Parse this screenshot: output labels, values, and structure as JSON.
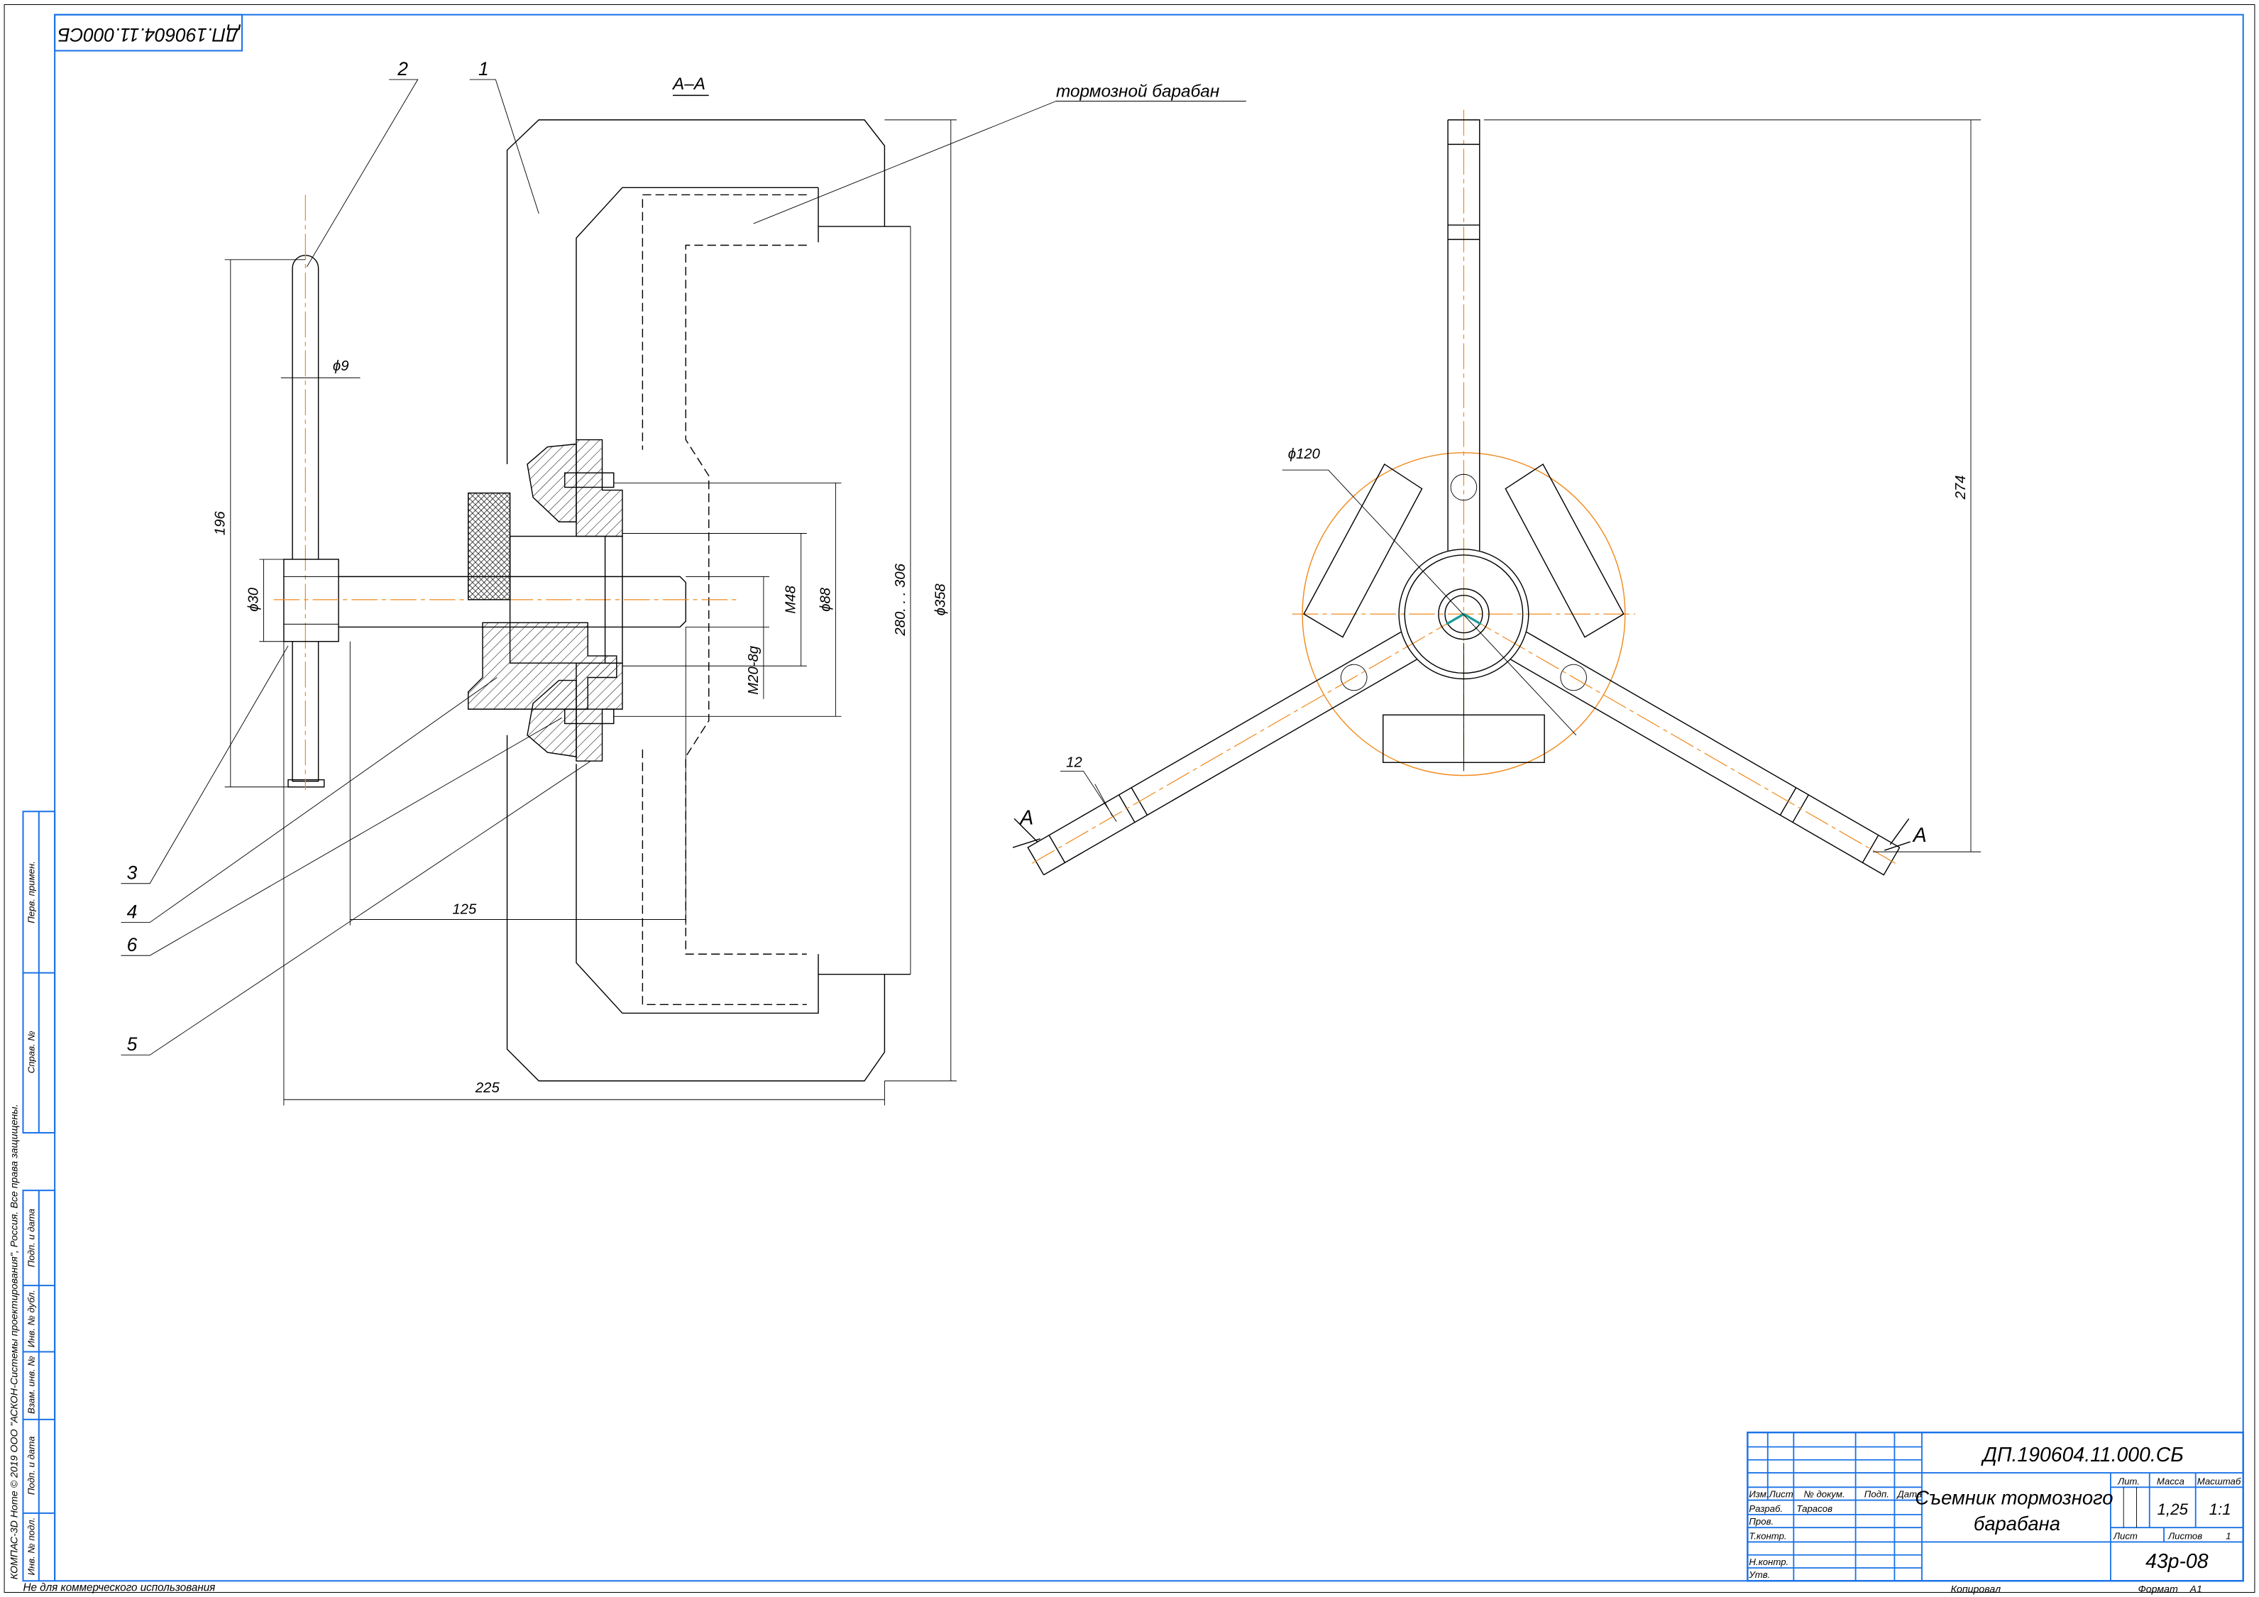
{
  "stamp_top": "ДП.190604.11.000СБ",
  "section_label": "А–А",
  "callouts": {
    "p1": "1",
    "p2": "2",
    "p3": "3",
    "p4": "4",
    "p5": "5",
    "p6": "6",
    "drum": "тормозной барабан"
  },
  "dims_left": {
    "d196": "196",
    "d30": "ϕ30",
    "d9": "ϕ9",
    "d125": "125",
    "d225": "225",
    "m20": "M20-8g",
    "m48": "M48",
    "d88": "ϕ88",
    "d280": "280. . . 306",
    "d358": "ϕ358"
  },
  "dims_right": {
    "d120": "ϕ120",
    "d274": "274",
    "d12": "12",
    "cut_a_left": "А",
    "cut_a_right": "А"
  },
  "margin": {
    "upper": [
      "Перв. примен.",
      "Справ. №"
    ],
    "lower": [
      "Подп. и дата",
      "Инв. № дубл.",
      "Взам. инв. №",
      "Подп. и дата",
      "Инв. № подл."
    ],
    "copyright": "КОМПАС-3D Home © 2019 ООО \"АСКОН-Системы проектирования\", Россия. Все права защищены.",
    "noncommercial": "Не для коммерческого использования"
  },
  "title_block": {
    "designation": "ДП.190604.11.000.СБ",
    "name_line1": "Съемник тормозного",
    "name_line2": "барабана",
    "headers": {
      "izm": "Изм.",
      "list": "Лист",
      "doc": "№ докум.",
      "sign": "Подп.",
      "date": "Дата"
    },
    "roles": {
      "razrab": "Разраб.",
      "prov": "Пров.",
      "tkontr": "Т.контр.",
      "nkontr": "Н.контр.",
      "utv": "Утв."
    },
    "developer": "Тарасов",
    "lit_label": "Лит.",
    "mass_label": "Масса",
    "scale_label": "Масштаб",
    "mass": "1,25",
    "scale": "1:1",
    "sheet_label": "Лист",
    "sheets_label": "Листов",
    "sheets": "1",
    "group": "43р-08",
    "copied": "Копировал",
    "format_label": "Формат",
    "format": "А1"
  }
}
